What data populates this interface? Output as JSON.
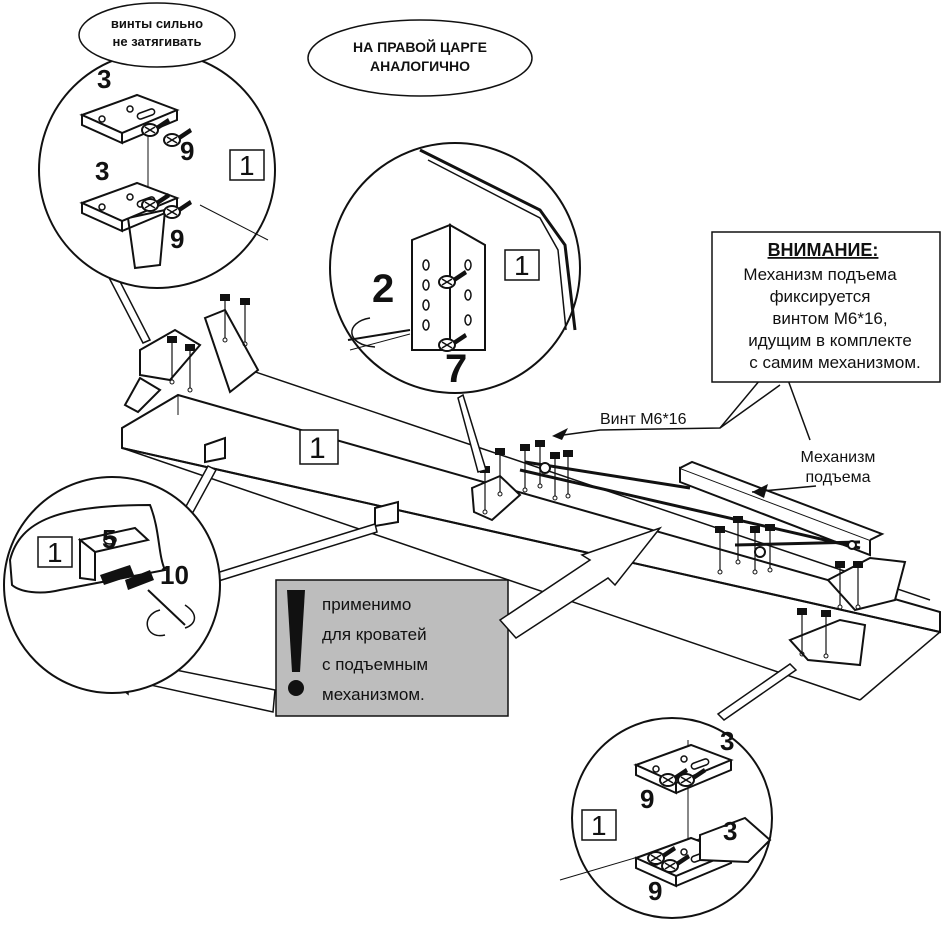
{
  "callouts": {
    "screws_note": [
      "винты сильно",
      "не затягивать"
    ],
    "right_side_note": [
      "НА ПРАВОЙ ЦАРГЕ",
      "АНАЛОГИЧНО"
    ],
    "attention_title": "ВНИМАНИЕ:",
    "attention_lines": [
      "Механизм подъема",
      "фиксируется",
      "винтом М6*16,",
      "идущим в комплекте",
      "с самим механизмом."
    ],
    "screw_label": "Винт М6*16",
    "mechanism_label": [
      "Механизм",
      "подъема"
    ],
    "warning_lines": [
      "применимо",
      "для кроватей",
      "с подъемным",
      "механизмом."
    ]
  },
  "part_numbers": {
    "p1": "1",
    "p2": "2",
    "p3": "3",
    "p5": "5",
    "p7": "7",
    "p9": "9",
    "p10": "10"
  },
  "colors": {
    "line": "#111111",
    "warning_fill": "#bdbdbd",
    "background": "#ffffff"
  },
  "icons": {
    "warning": "exclamation-icon",
    "screw": "screw-icon",
    "rotation": "rotate-arrow-icon"
  }
}
